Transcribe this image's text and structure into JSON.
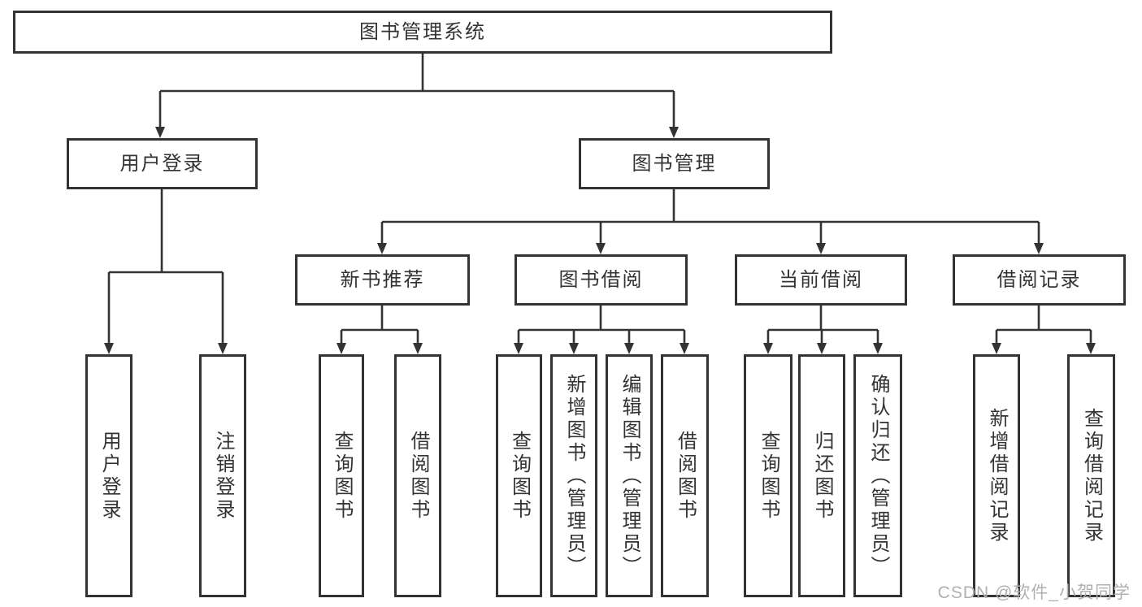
{
  "diagram": {
    "line_color": "#333333",
    "tree": {
      "root": {
        "label": "图书管理系统"
      },
      "branches": [
        {
          "label": "用户登录",
          "children": [
            {
              "label": "用户登录"
            },
            {
              "label": "注销登录"
            }
          ]
        },
        {
          "label": "图书管理",
          "children": [
            {
              "label": "新书推荐",
              "children": [
                {
                  "label": "查询图书"
                },
                {
                  "label": "借阅图书"
                }
              ]
            },
            {
              "label": "图书借阅",
              "children": [
                {
                  "label": "查询图书"
                },
                {
                  "label": "新增图书（管理员）"
                },
                {
                  "label": "编辑图书（管理员）"
                },
                {
                  "label": "借阅图书"
                }
              ]
            },
            {
              "label": "当前借阅",
              "children": [
                {
                  "label": "查询图书"
                },
                {
                  "label": "归还图书"
                },
                {
                  "label": "确认归还（管理员）"
                }
              ]
            },
            {
              "label": "借阅记录",
              "children": [
                {
                  "label": "新增借阅记录"
                },
                {
                  "label": "查询借阅记录"
                }
              ]
            }
          ]
        }
      ]
    }
  },
  "watermark": {
    "text": "CSDN @软件_小贺同学",
    "color": "#b0b0b0"
  }
}
